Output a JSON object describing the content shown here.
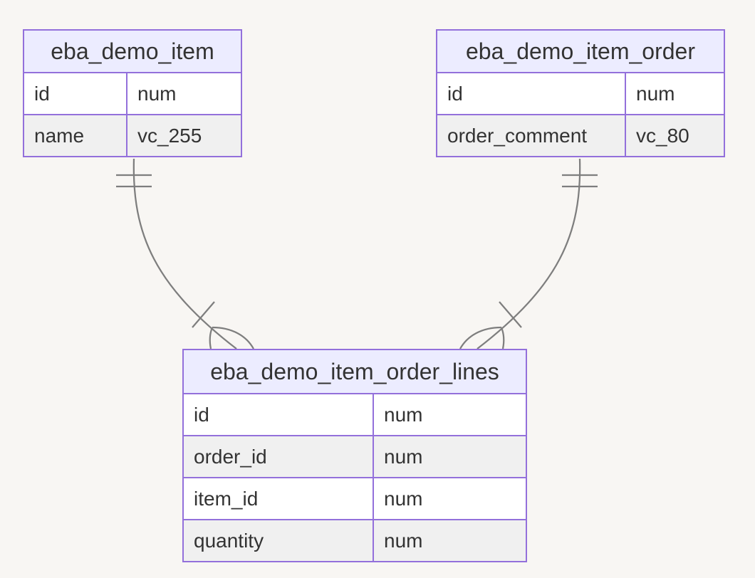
{
  "theme": {
    "background": "#f8f6f3",
    "entity_border": "#9370DB",
    "header_fill": "#ECECFF",
    "row_fill": "#ffffff",
    "row_alt_fill": "#f0f0f0",
    "relationship_line": "#7e7e7e",
    "text": "#333333"
  },
  "entities": [
    {
      "title": "eba_demo_item",
      "attributes": [
        {
          "name": "id",
          "type": "num"
        },
        {
          "name": "name",
          "type": "vc_255"
        }
      ]
    },
    {
      "title": "eba_demo_item_order",
      "attributes": [
        {
          "name": "id",
          "type": "num"
        },
        {
          "name": "order_comment",
          "type": "vc_80"
        }
      ]
    },
    {
      "title": "eba_demo_item_order_lines",
      "attributes": [
        {
          "name": "id",
          "type": "num"
        },
        {
          "name": "order_id",
          "type": "num"
        },
        {
          "name": "item_id",
          "type": "num"
        },
        {
          "name": "quantity",
          "type": "num"
        }
      ]
    }
  ],
  "relationships": [
    {
      "from": "eba_demo_item",
      "to": "eba_demo_item_order_lines",
      "from_cardinality": "exactly-one",
      "to_cardinality": "one-or-many"
    },
    {
      "from": "eba_demo_item_order",
      "to": "eba_demo_item_order_lines",
      "from_cardinality": "exactly-one",
      "to_cardinality": "one-or-many"
    }
  ]
}
